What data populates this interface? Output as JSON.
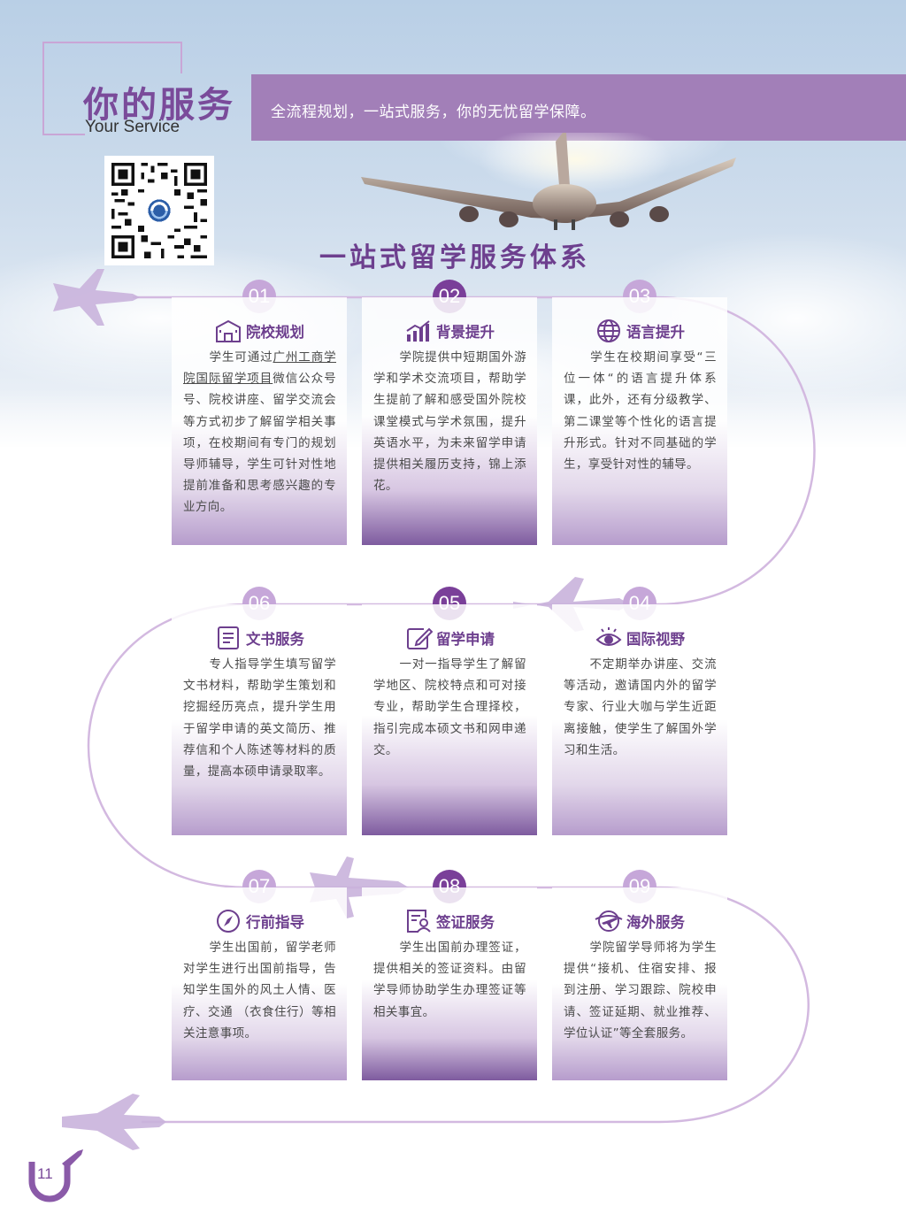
{
  "header": {
    "title_cn": "你的服务",
    "title_en": "Your Service",
    "banner": "全流程规划，一站式服务，你的无忧留学保障。"
  },
  "main_title": "一站式留学服务体系",
  "services": [
    {
      "num": "01",
      "title": "院校规划",
      "icon": "school-building-icon",
      "text_pre": "学生可通过",
      "text_link": "广州工商学院国际留学项目",
      "text_post": "微信公众号号、院校讲座、留学交流会等方式初步了解留学相关事项，在校期间有专门的规划导师辅导，学生可针对性地提前准备和思考感兴趣的专业方向。"
    },
    {
      "num": "02",
      "title": "背景提升",
      "icon": "bar-chart-icon",
      "text": "学院提供中短期国外游学和学术交流项目，帮助学生提前了解和感受国外院校课堂模式与学术氛围，提升英语水平，为未来留学申请提供相关履历支持，锦上添花。"
    },
    {
      "num": "03",
      "title": "语言提升",
      "icon": "globe-icon",
      "text": "学生在校期间享受“三位一体“的语言提升体系课，此外，还有分级教学、第二课堂等个性化的语言提升形式。针对不同基础的学生，享受针对性的辅导。"
    },
    {
      "num": "04",
      "title": "国际视野",
      "icon": "eye-icon",
      "text": "不定期举办讲座、交流等活动，邀请国内外的留学专家、行业大咖与学生近距离接触，使学生了解国外学习和生活。"
    },
    {
      "num": "05",
      "title": "留学申请",
      "icon": "edit-icon",
      "text": "一对一指导学生了解留学地区、院校特点和可对接专业，帮助学生合理择校，指引完成本硕文书和网申递交。"
    },
    {
      "num": "06",
      "title": "文书服务",
      "icon": "document-icon",
      "text": "专人指导学生填写留学文书材料，帮助学生策划和挖掘经历亮点，提升学生用于留学申请的英文简历、推荐信和个人陈述等材料的质量，提高本硕申请录取率。"
    },
    {
      "num": "07",
      "title": "行前指导",
      "icon": "compass-icon",
      "text": "学生出国前，留学老师对学生进行出国前指导，告知学生国外的风土人情、医疗、交通 （衣食住行）等相关注意事项。"
    },
    {
      "num": "08",
      "title": "签证服务",
      "icon": "id-card-icon",
      "text": "学生出国前办理签证，提供相关的签证资料。由留学导师协助学生办理签证等相关事宜。"
    },
    {
      "num": "09",
      "title": "海外服务",
      "icon": "plane-globe-icon",
      "text": "学院留学导师将为学生提供“接机、住宿安排、报到注册、学习跟踪、院校申请、签证延期、就业推荐、学位认证”等全套服务。"
    }
  ],
  "page_number": "11",
  "colors": {
    "primary": "#7a3f99",
    "banner": "#a27fb8",
    "light": "#c6a7d9",
    "title": "#6d3f8e"
  }
}
